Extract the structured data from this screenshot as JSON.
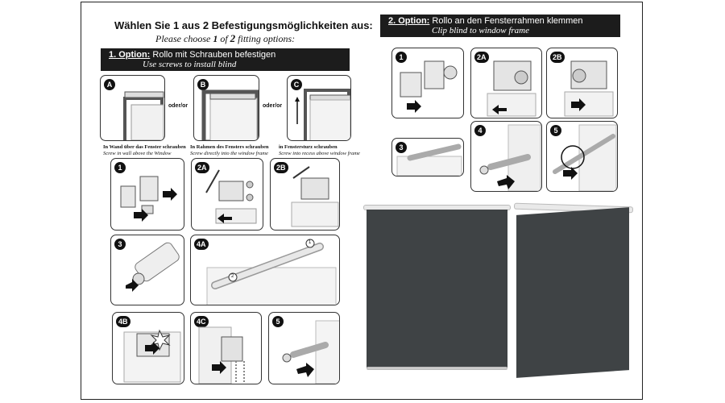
{
  "header": {
    "title_de": "Wählen Sie 1 aus 2 Befestigungsmöglichkeiten aus:",
    "title_en_pre": "Please choose ",
    "title_en_1": "1",
    "title_en_of": " of ",
    "title_en_2": "2",
    "title_en_post": " fitting options:"
  },
  "option1": {
    "num": "1. Option:",
    "label_de": "Rollo mit Schrauben befestigen",
    "label_en": "Use screws to install blind",
    "mount_a": {
      "badge": "A",
      "de": "In Wand über das Fenster schrauben",
      "en": "Screw in wall above  the Window"
    },
    "mount_b": {
      "badge": "B",
      "de": "In Rahmen des Fensters schrauben",
      "en": "Screw directly into the window frame"
    },
    "mount_c": {
      "badge": "C",
      "de": "in Fenstersturz schrauben",
      "en": "Screw into recess above window frame"
    },
    "oder": "oder/or",
    "steps": [
      "1",
      "2A",
      "2B",
      "3",
      "4A",
      "4B",
      "4C",
      "5"
    ],
    "step4a_marks": [
      "1",
      "2"
    ]
  },
  "option2": {
    "num": "2. Option:",
    "label_de": "Rollo an den Fensterrahmen klemmen",
    "label_en": "Clip blind to window frame",
    "steps": [
      "1",
      "2A",
      "2B",
      "3",
      "4",
      "5"
    ]
  },
  "colors": {
    "bar": "#1c1c1c",
    "blind": "#3f4345",
    "rail": "#e9e9e9",
    "frame": "#333333"
  }
}
